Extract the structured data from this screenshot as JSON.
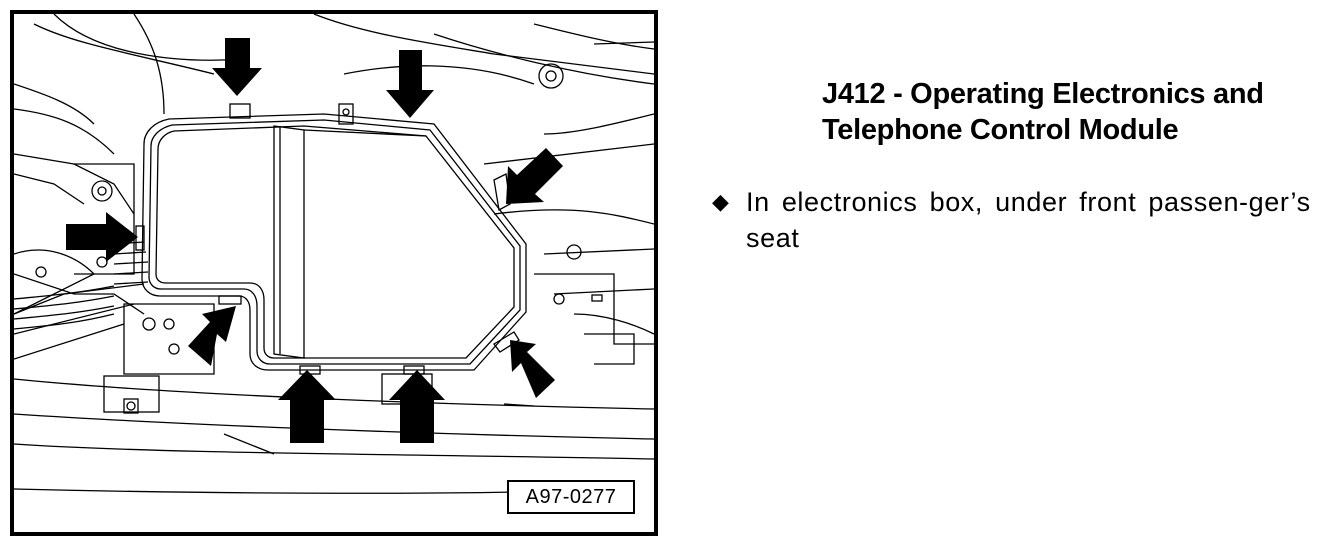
{
  "figure": {
    "figure_id": "A97-0277"
  },
  "component": {
    "title_line1": "J412 - Operating Electronics and",
    "title_line2": "Telephone Control Module"
  },
  "notes": [
    {
      "icon": "diamond-bullet-icon",
      "text": "In electronics box, under front passen-ger’s seat"
    }
  ]
}
